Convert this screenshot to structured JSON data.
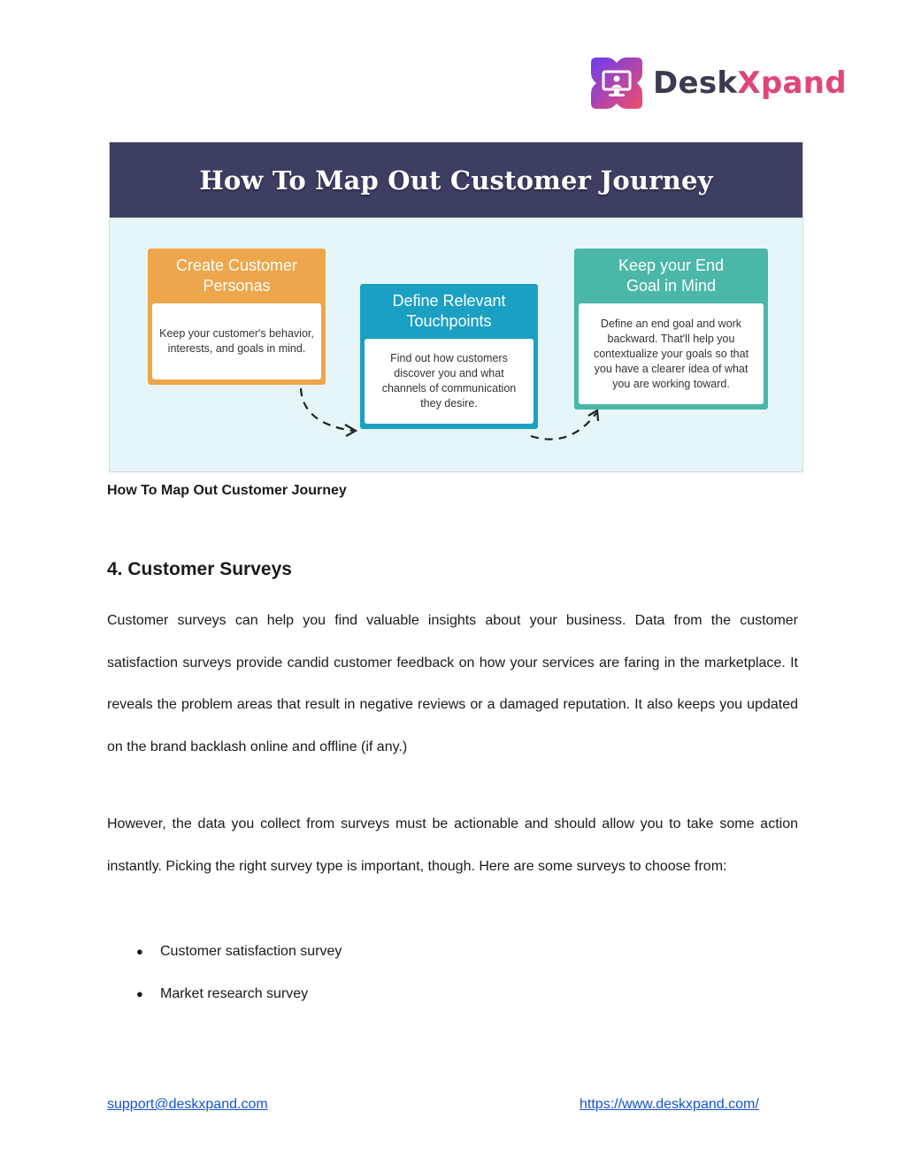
{
  "logo": {
    "text_part1": "Desk",
    "text_part2": "Xpand",
    "icon": "monitor-icon",
    "colors": {
      "gradient_start": "#6a3df0",
      "gradient_end": "#f24d6b",
      "text_dark": "#3b3b4f",
      "text_accent": "#e0457b"
    }
  },
  "figure": {
    "title": "How To Map Out Customer Journey",
    "cards": [
      {
        "title_line1": "Create Customer",
        "title_line2": "Personas",
        "body": "Keep your customer's behavior, interests, and goals in mind.",
        "color": "#eda64b"
      },
      {
        "title_line1": "Define Relevant",
        "title_line2": "Touchpoints",
        "body": "Find out how customers discover you and what channels of communication they desire.",
        "color": "#1aa0c3"
      },
      {
        "title_line1": "Keep your End",
        "title_line2": "Goal in Mind",
        "body": "Define an end goal and work backward. That'll help you contextualize your goals so that you have a clearer idea of what you are working toward.",
        "color": "#4ab7a8"
      }
    ]
  },
  "caption": "How To Map Out Customer Journey",
  "section": {
    "heading": "4. Customer Surveys",
    "paragraph1": "Customer surveys can help you find valuable insights about your business. Data from the customer satisfaction surveys provide candid customer feedback on how your services are faring in the marketplace. It reveals the problem areas that result in negative reviews or a damaged reputation. It also keeps you updated on the brand backlash online and offline (if any.)",
    "paragraph2": "However, the data you collect from surveys must be actionable and should allow you to take some action instantly. Picking the right survey type is important, though. Here are some surveys to choose from:",
    "bullets": [
      "Customer satisfaction survey",
      "Market research survey"
    ]
  },
  "footer": {
    "email": "support@deskxpand.com",
    "website": "https://www.deskxpand.com/"
  }
}
